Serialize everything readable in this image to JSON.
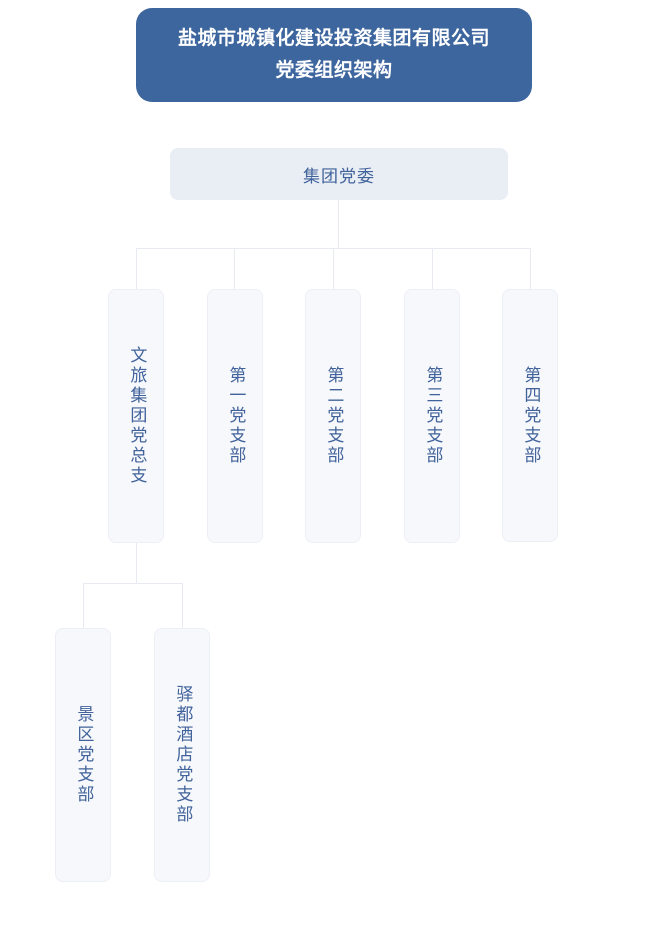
{
  "title": {
    "line1": "盐城市城镇化建设投资集团有限公司",
    "line2": "党委组织架构"
  },
  "colors": {
    "title_background": "#3d669e",
    "title_text": "#ffffff",
    "root_background": "#e9eef4",
    "node_background": "#f6f8fc",
    "node_border": "#eceff5",
    "node_text": "#41629b",
    "connector": "#e7eaf0",
    "page_background": "#ffffff"
  },
  "root": {
    "label": "集团党委"
  },
  "level2": [
    {
      "label": "文旅集团党总支"
    },
    {
      "label": "第一党支部"
    },
    {
      "label": "第二党支部"
    },
    {
      "label": "第三党支部"
    },
    {
      "label": "第四党支部"
    }
  ],
  "level3": [
    {
      "label": "景区党支部"
    },
    {
      "label": "驿都酒店党支部"
    }
  ]
}
